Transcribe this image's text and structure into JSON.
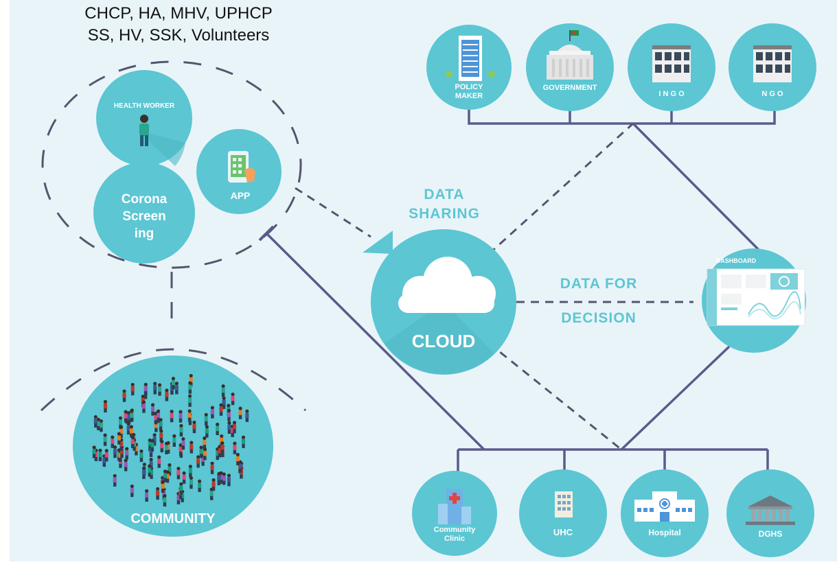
{
  "top_caption": {
    "line1": "CHCP, HA, MHV, UPHCP",
    "line2": "SS, HV, SSK, Volunteers"
  },
  "left_group": {
    "health_worker": "HEALTH WORKER",
    "app": "APP",
    "corona_screening": [
      "Corona",
      "Screen",
      "ing"
    ],
    "community": "COMMUNITY"
  },
  "center": {
    "data_sharing": [
      "DATA",
      "SHARING"
    ],
    "cloud": "CLOUD",
    "data_for_decision": [
      "DATA FOR",
      "DECISION"
    ]
  },
  "dashboard": {
    "title": "DASHBOARD"
  },
  "top_nodes": [
    {
      "label": [
        "POLICY",
        "MAKER"
      ],
      "icon": "building-icon"
    },
    {
      "label": [
        "GOVERNMENT"
      ],
      "icon": "government-icon"
    },
    {
      "label": [
        "I N G O"
      ],
      "icon": "ingo-building-icon"
    },
    {
      "label": [
        "N G O"
      ],
      "icon": "ngo-building-icon"
    }
  ],
  "bottom_nodes": [
    {
      "label": [
        "Community",
        "Clinic"
      ],
      "icon": "clinic-icon"
    },
    {
      "label": [
        "UHC"
      ],
      "icon": "uhc-icon"
    },
    {
      "label": [
        "Hospital"
      ],
      "icon": "hospital-icon"
    },
    {
      "label": [
        "DGHS"
      ],
      "icon": "dghs-icon"
    }
  ],
  "colors": {
    "background": "#e9f4f9",
    "circle": "#5cc6d3",
    "circle_dark": "#3ea9b8",
    "line": "#5a5a8a",
    "dash": "#55556e",
    "teal_text": "#5cc6d3"
  }
}
